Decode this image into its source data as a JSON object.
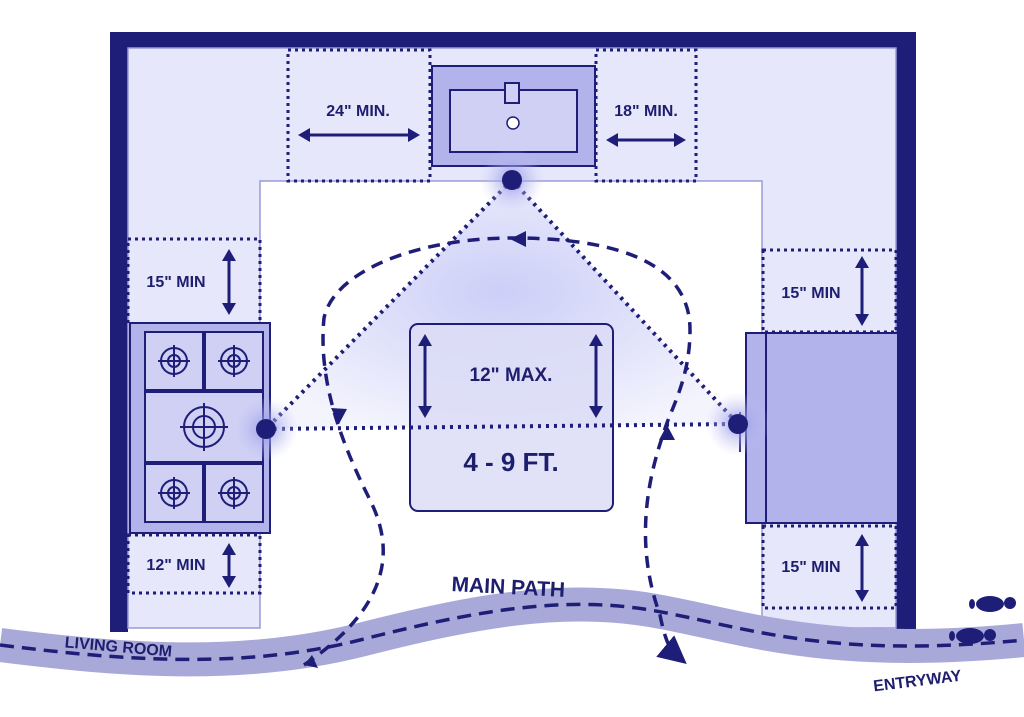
{
  "colors": {
    "navy": "#1e1e78",
    "counter": "#e6e7fb",
    "appliance": "#b3b3ec",
    "applianceLight": "#cfd0f4",
    "path": "#a9a9d9",
    "glow": "#c7c8f5"
  },
  "labels": {
    "sink_left_clearance": "24\" MIN.",
    "sink_right_clearance": "18\" MIN.",
    "stove_top_clearance": "15\" MIN",
    "stove_bottom_clearance": "12\" MIN",
    "fridge_top_clearance": "15\" MIN",
    "fridge_bottom_clearance": "15\" MIN",
    "island_max": "12\" MAX.",
    "triangle_leg": "4 - 9 FT.",
    "main_path": "MAIN PATH",
    "living_room": "LIVING ROOM",
    "entryway": "ENTRYWAY"
  },
  "icons": {
    "stove": "stove-icon",
    "sink": "sink-icon",
    "fridge": "fridge-icon",
    "footprints": "footprints-icon"
  }
}
